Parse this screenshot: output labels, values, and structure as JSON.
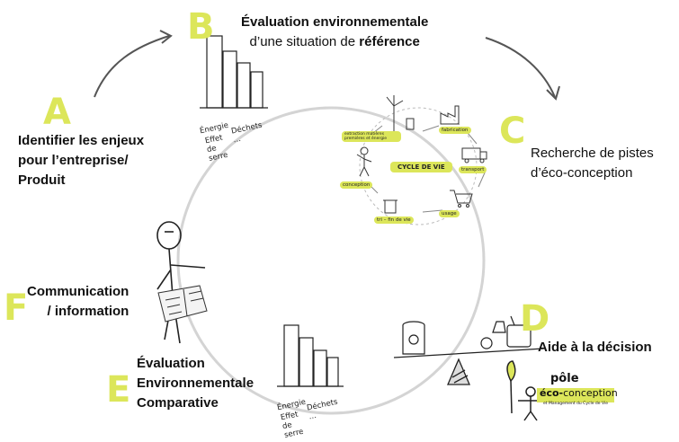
{
  "colors": {
    "accent": "#dce65a",
    "ink": "#222222",
    "circle": "#cfcfcf",
    "arrow": "#555555"
  },
  "steps": [
    {
      "letter": "A",
      "lines": [
        "Identifier les enjeux",
        "pour l’entreprise/",
        "Produit"
      ]
    },
    {
      "letter": "B",
      "line1": "Évaluation environnementale",
      "line2_prefix": "d’une situation de ",
      "line2_bold": "référence"
    },
    {
      "letter": "C",
      "lines": [
        "Recherche de pistes",
        "d’éco-conception"
      ]
    },
    {
      "letter": "D",
      "lines": [
        "Aide à la décision"
      ]
    },
    {
      "letter": "E",
      "lines": [
        "Évaluation",
        "Environnementale",
        "Comparative"
      ]
    },
    {
      "letter": "F",
      "lines": [
        "Communication",
        "/ information"
      ]
    }
  ],
  "bar_labels": [
    "Énergie",
    "Effet de serre",
    "Déchets …"
  ],
  "lifecycle": {
    "center": "CYCLE DE VIE",
    "stages": [
      "extraction matières premières et énergie",
      "fabrication",
      "transport",
      "usage",
      "tri – fin de vie",
      "conception"
    ]
  },
  "logo": {
    "line1": "pôle",
    "line2a": "éco-",
    "line2b": "conception",
    "line3": "et Management du Cycle de Vie"
  },
  "icons": [
    "recycle-arrow-icon",
    "wind-turbine-icon",
    "factory-icon",
    "truck-icon",
    "shopping-cart-icon",
    "trash-bin-icon",
    "stick-figure-icon",
    "balance-scale-icon",
    "skull-icon",
    "lamp-icon",
    "tv-icon",
    "leaf-icon"
  ]
}
